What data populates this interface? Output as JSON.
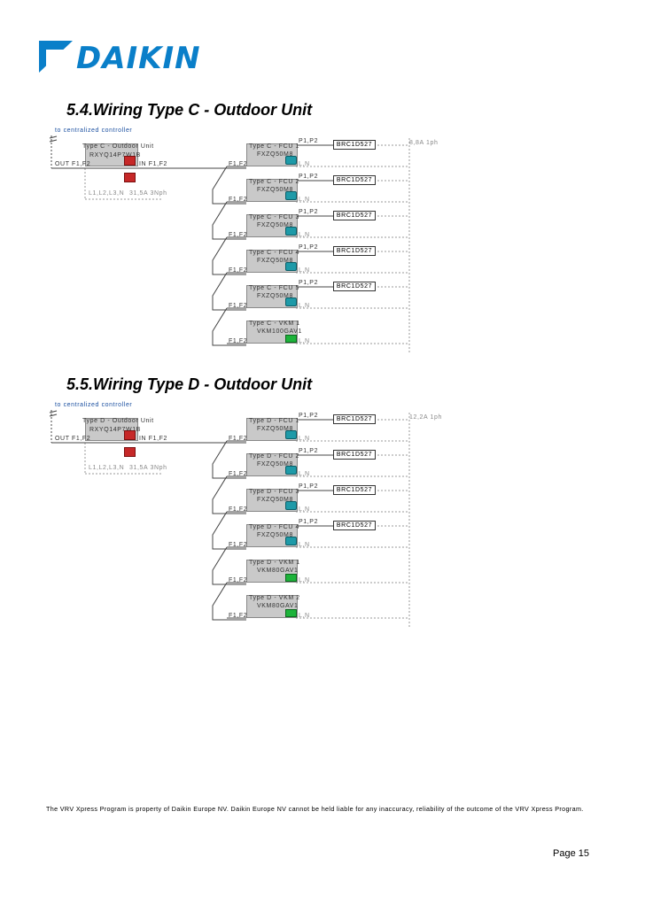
{
  "logo": {
    "text": "DAIKIN",
    "brand_color": "#0a7fc9"
  },
  "sections": [
    {
      "title": "5.4.Wiring Type C - Outdoor Unit",
      "central_label": "to centralized controller",
      "outdoor": {
        "name": "Type C - Outdoor Unit",
        "model": "RXYQ14P7W1B",
        "out": "OUT F1,F2",
        "in": "IN F1,F2",
        "power": "L1,L2,L3,N",
        "current": "31,5A 3Nph"
      },
      "supply": "8,8A 1ph",
      "units": [
        {
          "name": "Type C - FCU 1",
          "model": "FXZQ50M8",
          "left": "F1,F2",
          "top_right": "P1,P2",
          "controller": "BRC1D527",
          "bottom_right": "L,N",
          "icon": "remote-icon"
        },
        {
          "name": "Type C - FCU 2",
          "model": "FXZQ50M8",
          "left": "F1,F2",
          "top_right": "P1,P2",
          "controller": "BRC1D527",
          "bottom_right": "L,N",
          "icon": "remote-icon"
        },
        {
          "name": "Type C - FCU 3",
          "model": "FXZQ50M8",
          "left": "F1,F2",
          "top_right": "P1,P2",
          "controller": "BRC1D527",
          "bottom_right": "L,N",
          "icon": "remote-icon"
        },
        {
          "name": "Type C - FCU 4",
          "model": "FXZQ50M8",
          "left": "F1,F2",
          "top_right": "P1,P2",
          "controller": "BRC1D527",
          "bottom_right": "L,N",
          "icon": "remote-icon"
        },
        {
          "name": "Type C - FCU 5",
          "model": "FXZQ50M8",
          "left": "F1,F2",
          "top_right": "P1,P2",
          "controller": "BRC1D527",
          "bottom_right": "L,N",
          "icon": "remote-icon"
        },
        {
          "name": "Type C - VKM 1",
          "model": "VKM100GAV1",
          "left": "F1,F2",
          "top_right": "",
          "controller": "",
          "bottom_right": "L,N",
          "icon": "vkm-icon"
        }
      ]
    },
    {
      "title": "5.5.Wiring Type D - Outdoor Unit",
      "central_label": "to centralized controller",
      "outdoor": {
        "name": "Type D - Outdoor Unit",
        "model": "RXYQ14P7W1B",
        "out": "OUT F1,F2",
        "in": "IN F1,F2",
        "power": "L1,L2,L3,N",
        "current": "31,5A 3Nph"
      },
      "supply": "12,2A 1ph",
      "units": [
        {
          "name": "Type D - FCU 1",
          "model": "FXZQ50M8",
          "left": "F1,F2",
          "top_right": "P1,P2",
          "controller": "BRC1D527",
          "bottom_right": "L,N",
          "icon": "remote-icon"
        },
        {
          "name": "Type D - FCU 2",
          "model": "FXZQ50M8",
          "left": "F1,F2",
          "top_right": "P1,P2",
          "controller": "BRC1D527",
          "bottom_right": "L,N",
          "icon": "remote-icon"
        },
        {
          "name": "Type D - FCU 3",
          "model": "FXZQ50M8",
          "left": "F1,F2",
          "top_right": "P1,P2",
          "controller": "BRC1D527",
          "bottom_right": "L,N",
          "icon": "remote-icon"
        },
        {
          "name": "Type D - FCU 4",
          "model": "FXZQ50M8",
          "left": "F1,F2",
          "top_right": "P1,P2",
          "controller": "BRC1D527",
          "bottom_right": "L,N",
          "icon": "remote-icon"
        },
        {
          "name": "Type D - VKM 1",
          "model": "VKM80GAV1",
          "left": "F1,F2",
          "top_right": "",
          "controller": "",
          "bottom_right": "L,N",
          "icon": "vkm-icon"
        },
        {
          "name": "Type D - VKM 2",
          "model": "VKM80GAV1",
          "left": "F1,F2",
          "top_right": "",
          "controller": "",
          "bottom_right": "L,N",
          "icon": "vkm-icon"
        }
      ]
    }
  ],
  "footer": "The VRV Xpress Program is property of Daikin Europe NV. Daikin Europe NV cannot be held liable for any inaccuracy, reliability of the outcome of the VRV Xpress Program.",
  "page_label": "Page 15"
}
